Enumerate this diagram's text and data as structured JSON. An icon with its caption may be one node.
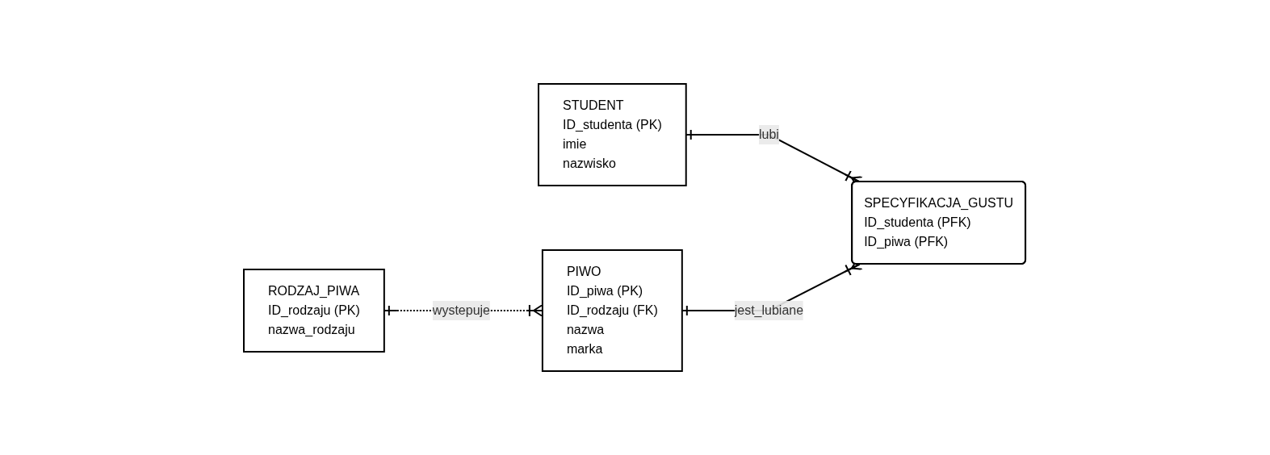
{
  "diagram": {
    "nodes": [
      {
        "text": [
          "STUDENT",
          "ID_studenta (PK)",
          "imie",
          "nazwisko"
        ]
      },
      {
        "text": [
          "PIWO",
          "ID_piwa (PK)",
          "ID_rodzaju (FK)",
          "nazwa",
          "marka"
        ]
      },
      {
        "text": [
          "RODZAJ_PIWA",
          "ID_rodzaju (PK)",
          "nazwa_rodzaju"
        ]
      },
      {
        "text": [
          "SPECYFIKACJA_GUSTU",
          "ID_studenta (PFK)",
          "ID_piwa (PFK)"
        ]
      }
    ],
    "edges": [
      {
        "from": 0,
        "to": 3,
        "arrow": "other",
        "label": "lubi"
      },
      {
        "from": 1,
        "to": 3,
        "arrow": "other",
        "label": "jest_lubiane"
      },
      {
        "from": 2,
        "to": 1,
        "arrow": "other",
        "label": "wystepuje",
        "style": "dashed"
      }
    ]
  }
}
